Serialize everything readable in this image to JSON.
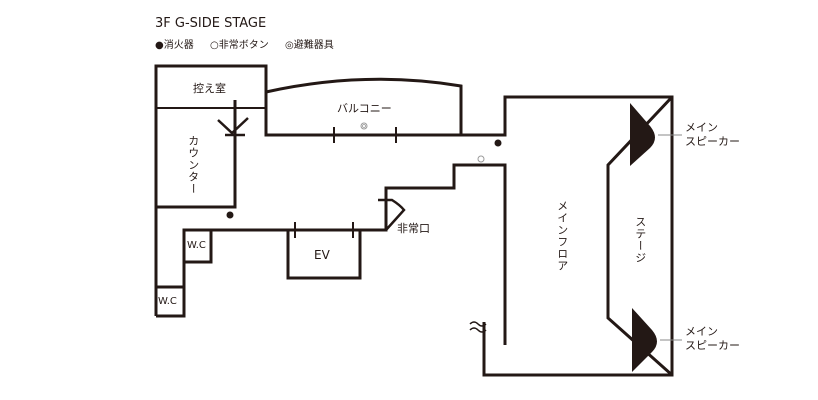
{
  "title": "3F G-SIDE STAGE",
  "legend": {
    "extinguisher": "●消火器",
    "alarm": "○非常ボタン",
    "evac": "◎避難器具"
  },
  "rooms": {
    "waiting": "控え室",
    "counter": "カウンター",
    "balcony": "バルコニー",
    "wc1": "W.C",
    "wc2": "W.C",
    "ev": "EV",
    "exit": "非常口",
    "floor": "メインフロア",
    "stage": "ステージ"
  },
  "speakers": {
    "top_l1": "メイン",
    "top_l2": "スピーカー",
    "bot_l1": "メイン",
    "bot_l2": "スピーカー"
  },
  "colors": {
    "line": "#231815",
    "alarm": "#999999"
  }
}
